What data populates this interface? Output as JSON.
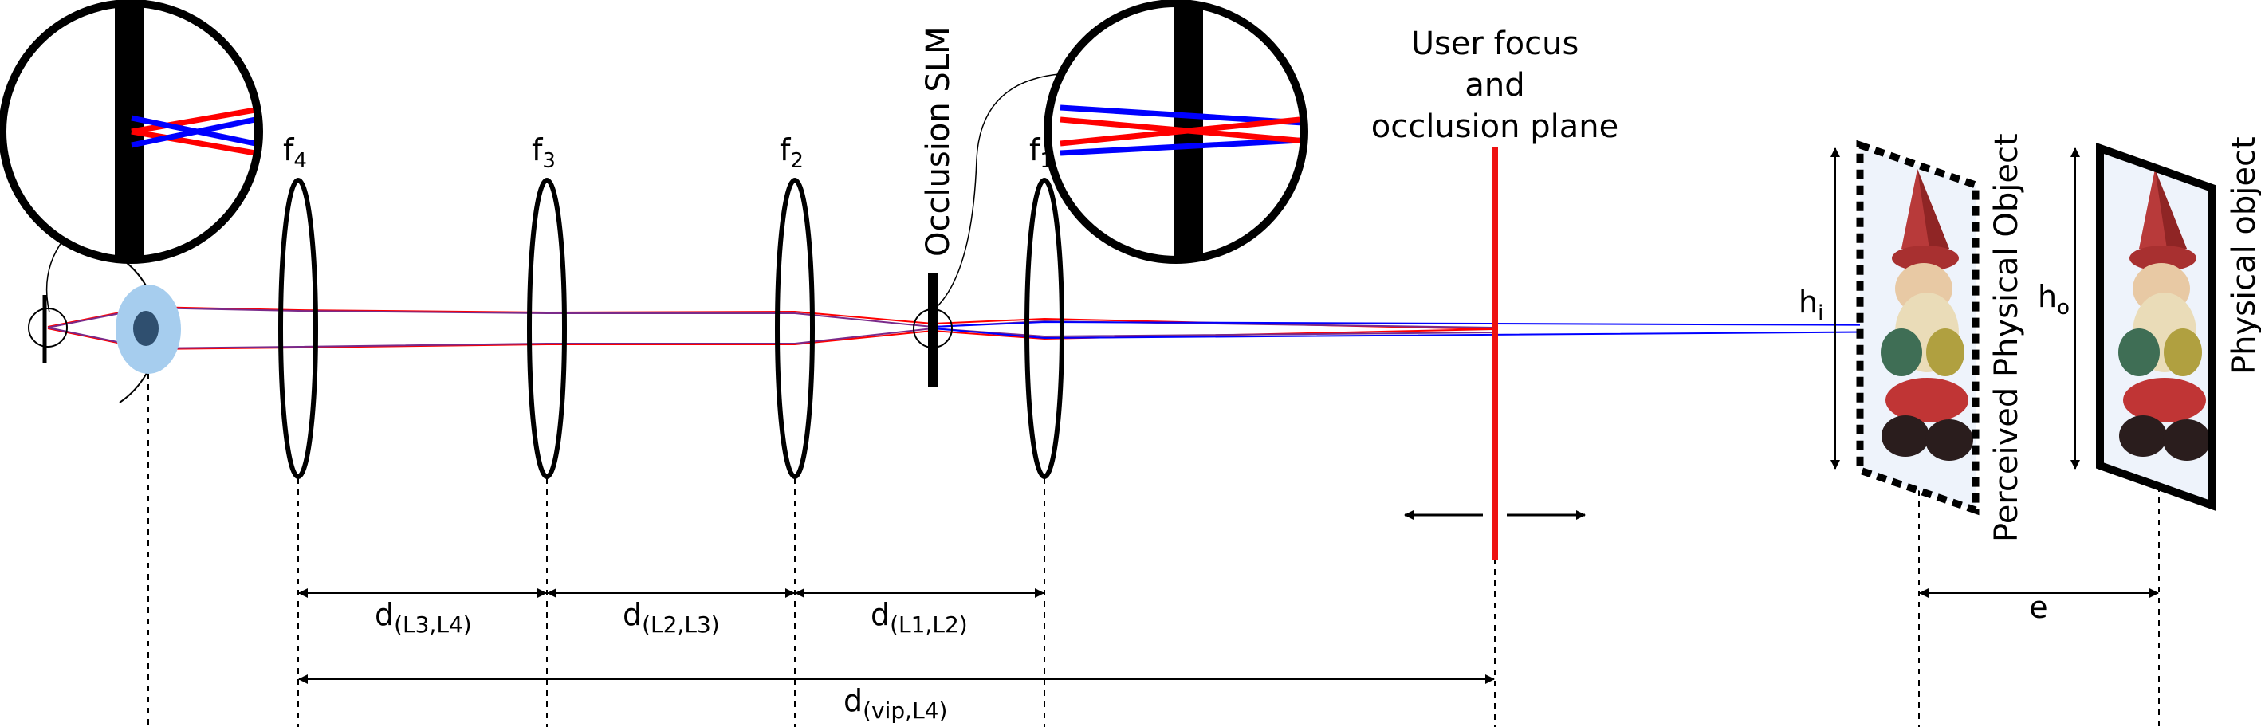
{
  "labels": {
    "f4": "f",
    "f4_sub": "4",
    "f3": "f",
    "f3_sub": "3",
    "f2": "f",
    "f2_sub": "2",
    "f1": "f",
    "f1_sub": "1",
    "occlusion_slm": "Occlusion SLM",
    "user_focus_line1": "User focus",
    "user_focus_line2": "and",
    "user_focus_line3": "occlusion plane",
    "hi": "h",
    "hi_sub": "i",
    "ho": "h",
    "ho_sub": "o",
    "perceived_object": "Perceived Physical Object",
    "physical_object": "Physical object",
    "d_l3_l4": "d",
    "d_l3_l4_sub": "(L3,L4)",
    "d_l2_l3": "d",
    "d_l2_l3_sub": "(L2,L3)",
    "d_l1_l2": "d",
    "d_l1_l2_sub": "(L1,L2)",
    "d_vip_l4": "d",
    "d_vip_l4_sub": "(vip,L4)",
    "e": "e"
  },
  "icons": {
    "gnome": "garden-gnome-figure",
    "eye": "eye-icon"
  },
  "colors": {
    "red_ray": "#ff0000",
    "blue_ray": "#0000ff",
    "occlusion_plane": "#ee1111",
    "eye_outer": "#a6cdee",
    "eye_inner": "#2f4f6f"
  }
}
